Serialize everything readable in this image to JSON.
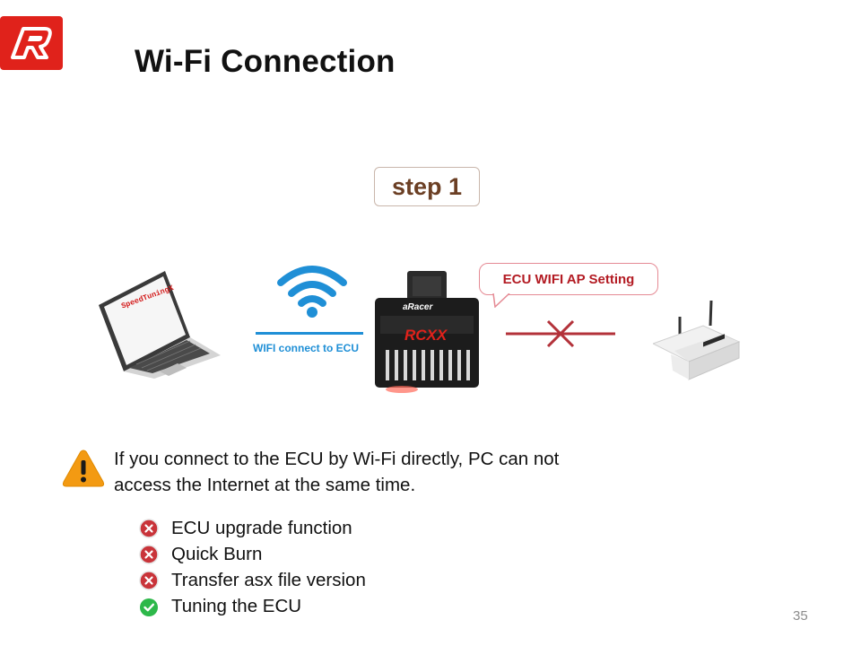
{
  "slide": {
    "title": "Wi-Fi Connection",
    "page_number": "35"
  },
  "diagram": {
    "step_label": "step 1",
    "laptop_screen_text": "SpeedTuningX",
    "wifi_label": "WIFI connect to ECU",
    "ecu_brand": "aRacer",
    "ecu_model": "RCXX",
    "ap_callout": "ECU WIFI AP Setting",
    "colors": {
      "wifi_blue": "#1f8fd6",
      "blocked_red": "#b3323a",
      "brand_red": "#e0221b"
    }
  },
  "note": {
    "icon": "warning-icon",
    "line1": "If you connect to the ECU by Wi-Fi directly, PC can not",
    "line2": "access the Internet at the same time."
  },
  "features": [
    {
      "label": "ECU upgrade function",
      "status": "unavailable",
      "icon": "x-circle-icon"
    },
    {
      "label": "Quick Burn",
      "status": "unavailable",
      "icon": "x-circle-icon"
    },
    {
      "label": "Transfer asx file version",
      "status": "unavailable",
      "icon": "x-circle-icon"
    },
    {
      "label": "Tuning the ECU",
      "status": "available",
      "icon": "check-circle-icon"
    }
  ]
}
